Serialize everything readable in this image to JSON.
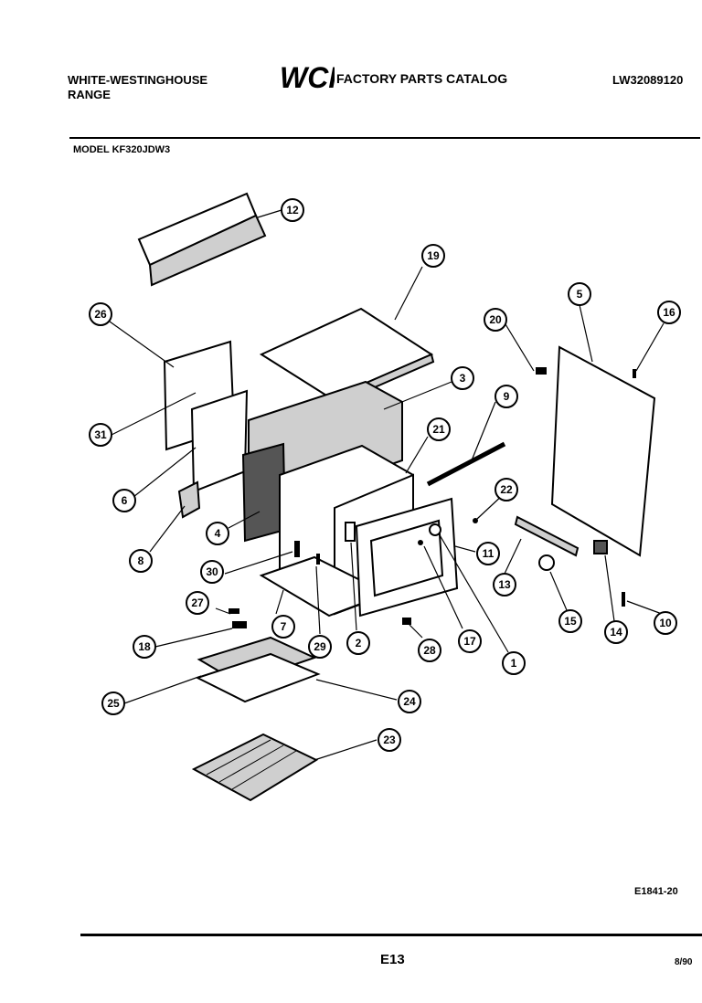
{
  "header": {
    "brand_line1": "WHITE-WESTINGHOUSE",
    "brand_line2": "RANGE",
    "logo_text": "WCI",
    "catalog_title": "FACTORY PARTS CATALOG",
    "catalog_number": "LW32089120",
    "model_label": "MODEL KF320JDW3"
  },
  "footer": {
    "diagram_code": "E1841-20",
    "page_code": "E13",
    "date_code": "8/90"
  },
  "callouts": {
    "c1": "1",
    "c2": "2",
    "c3": "3",
    "c4": "4",
    "c5": "5",
    "c6": "6",
    "c7": "7",
    "c8": "8",
    "c9": "9",
    "c10": "10",
    "c11": "11",
    "c12": "12",
    "c13": "13",
    "c14": "14",
    "c15": "15",
    "c16": "16",
    "c17": "17",
    "c18": "18",
    "c19": "19",
    "c20": "20",
    "c21": "21",
    "c22": "22",
    "c23": "23",
    "c24": "24",
    "c25": "25",
    "c26": "26",
    "c27": "27",
    "c28": "28",
    "c29": "29",
    "c30": "30",
    "c31": "31"
  }
}
